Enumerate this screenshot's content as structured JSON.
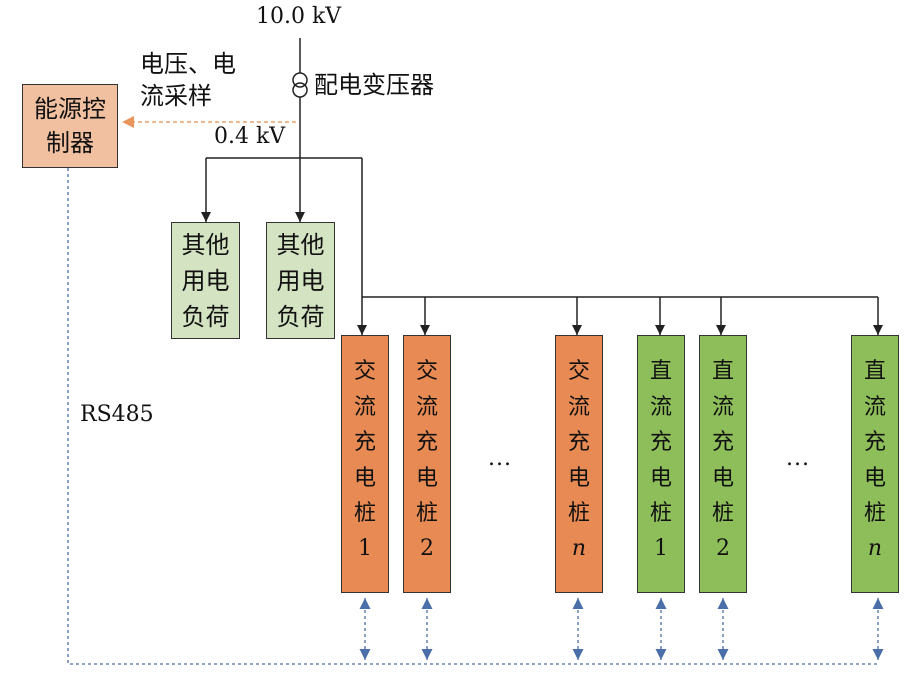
{
  "source_voltage": "10.0 kV",
  "transformer_label": "配电变压器",
  "low_voltage": "0.4 kV",
  "sampling_label": "电压、电流采样",
  "controller_label": "能源控制器",
  "comm_label": "RS485",
  "other_loads": [
    {
      "label": "其他用电负荷"
    },
    {
      "label": "其他用电负荷"
    }
  ],
  "ac_piles": [
    {
      "label": "交流充电桩",
      "index": "1"
    },
    {
      "label": "交流充电桩",
      "index": "2"
    },
    {
      "label": "交流充电桩",
      "index": "n"
    }
  ],
  "dc_piles": [
    {
      "label": "直流充电桩",
      "index": "1"
    },
    {
      "label": "直流充电桩",
      "index": "2"
    },
    {
      "label": "直流充电桩",
      "index": "n"
    }
  ],
  "ellipsis": "...",
  "colors": {
    "controller_fill": "#f1c0a0",
    "load_fill": "#d4e3c2",
    "ac_fill": "#e88a53",
    "dc_fill": "#8dbe5a",
    "sampling_line": "#e8a06a",
    "comm_line": "#4a6fa8",
    "power_line": "#222222"
  }
}
